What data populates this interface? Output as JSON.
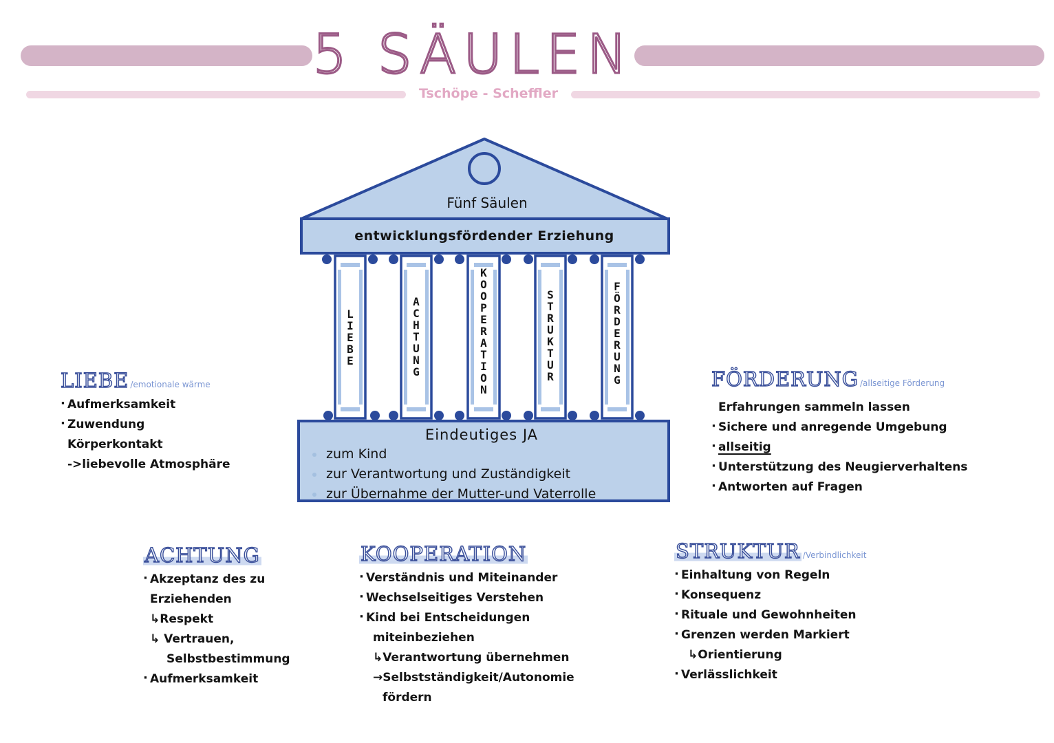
{
  "header": {
    "title": "5 SÄULEN",
    "subtitle": "Tschöpe - Scheffler"
  },
  "temple": {
    "roof_text": "Fünf Säulen",
    "architrave_text": "entwicklungsfördender Erziehung",
    "columns": [
      "LIEBE",
      "ACHTUNG",
      "KOOPERATION",
      "STRUKTUR",
      "FÖRDERUNG"
    ],
    "base_title": "Eindeutiges JA",
    "base_items": [
      "zum Kind",
      "zur Verantwortung und Zuständigkeit",
      "zur Übernahme der Mutter-und Vaterrolle"
    ]
  },
  "sections": {
    "liebe": {
      "title": "LIEBE",
      "subtitle": "/emotionale wärme",
      "items": [
        "Aufmerksamkeit",
        "Zuwendung",
        "Körperkontakt",
        "->liebevolle Atmosphäre"
      ]
    },
    "foerderung": {
      "title": "FÖRDERUNG",
      "subtitle": "/allseitige Förderung",
      "items": [
        "Erfahrungen sammeln lassen",
        "Sichere und anregende Umgebung",
        "allseitig",
        "Unterstützung des Neugierverhaltens",
        "Antworten auf Fragen"
      ]
    },
    "achtung": {
      "title": "ACHTUNG",
      "items": [
        "Akzeptanz des zu",
        "Erziehenden",
        "↳Respekt",
        "↳ Vertrauen,",
        "Selbstbestimmung",
        "Aufmerksamkeit"
      ]
    },
    "kooperation": {
      "title": "KOOPERATION",
      "items": [
        "Verständnis und Miteinander",
        "Wechselseitiges Verstehen",
        "Kind bei Entscheidungen",
        "miteinbeziehen",
        "↳Verantwortung übernehmen",
        "→Selbstständigkeit/Autonomie",
        "fördern"
      ]
    },
    "struktur": {
      "title": "STRUKTUR",
      "subtitle": "/Verbindlichkeit",
      "items": [
        "Einhaltung von Regeln",
        "Konsequenz",
        "Rituale und Gewohnheiten",
        "Grenzen werden Markiert",
        "↳Orientierung",
        "Verlässlichkeit"
      ]
    }
  },
  "colors": {
    "title_stroke": "#9b5a86",
    "bar_pink": "#d4b4c7",
    "bar_light_pink": "#f0d7e3",
    "temple_fill": "#bcd1ea",
    "temple_stroke": "#2b4a9c",
    "section_title": "#3a4f9a"
  }
}
